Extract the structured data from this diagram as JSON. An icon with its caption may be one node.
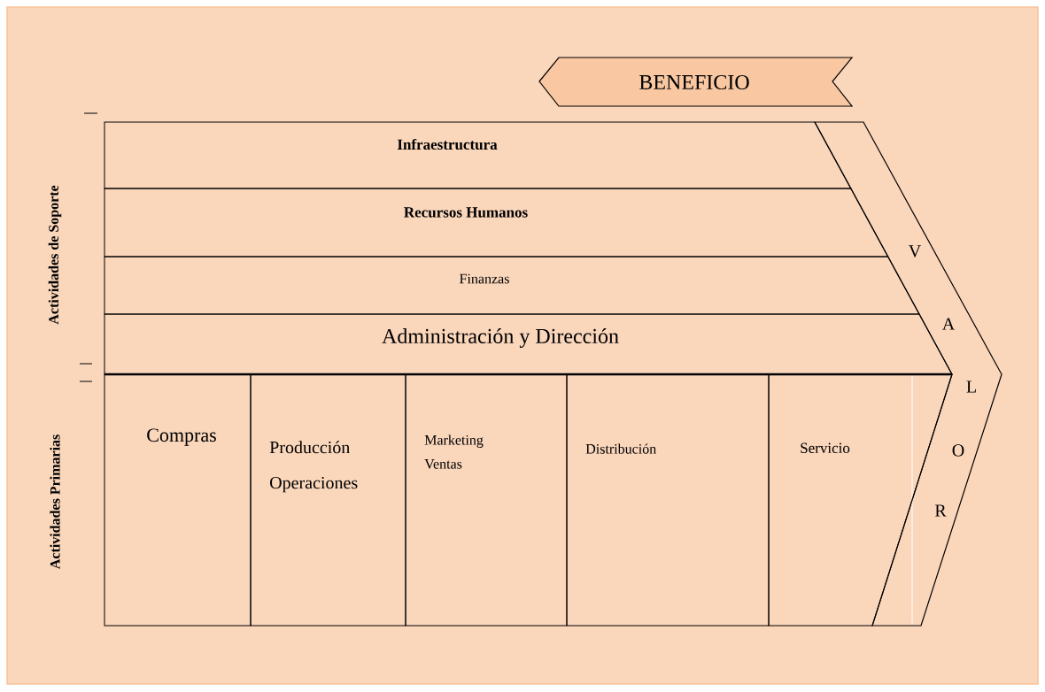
{
  "diagram": {
    "nodes": [
      {
        "text": [
          "BENEFICIO"
        ]
      },
      {
        "text": [
          "Infraestructura"
        ]
      },
      {
        "text": [
          "Recursos Humanos"
        ]
      },
      {
        "text": [
          "Finanzas"
        ]
      },
      {
        "text": [
          "Administración y Dirección"
        ]
      },
      {
        "text": [
          "Compras"
        ]
      },
      {
        "text": [
          "Producción Operaciones"
        ]
      },
      {
        "text": [
          "Marketing Ventas"
        ]
      },
      {
        "text": [
          "Distribución"
        ]
      },
      {
        "text": [
          "Servicio"
        ]
      },
      {
        "text": [
          "V",
          "A",
          "L",
          "O",
          "R"
        ]
      }
    ],
    "labels": [
      "Actividades  de Soporte",
      "Actividades  Primarias"
    ]
  }
}
